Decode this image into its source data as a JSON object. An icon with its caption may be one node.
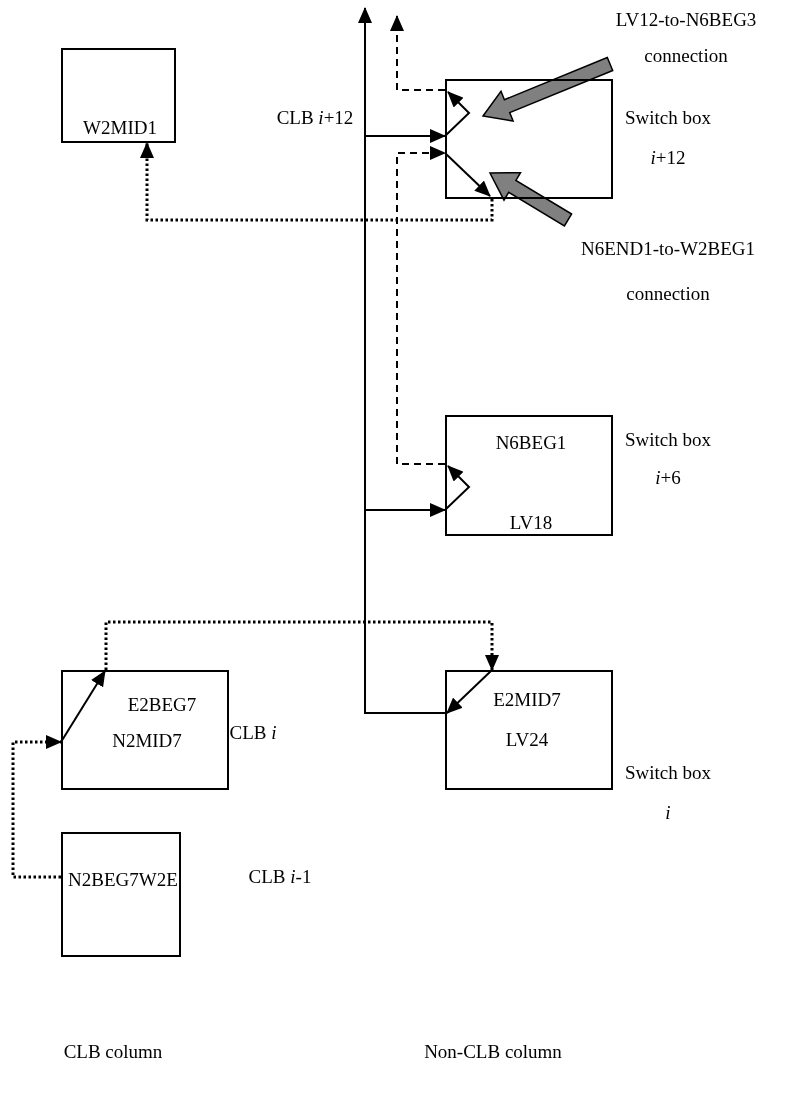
{
  "diagram": {
    "nodes": [
      {
        "text": [
          "W2MID1"
        ]
      },
      {
        "text": [],
        "shape": "box",
        "beside": [
          "Switch box *i*+12"
        ]
      },
      {
        "text": [
          "N6BEG1",
          "LV18"
        ],
        "beside": [
          "Switch box *i*+6"
        ]
      },
      {
        "text": [
          "E2MID7",
          "LV24"
        ],
        "beside": [
          "Switch box *i*"
        ]
      },
      {
        "text": [
          "E2BEG7",
          "N2MID7"
        ],
        "beside": [
          "CLB *i*"
        ]
      },
      {
        "text": [
          "N2BEG7W2E"
        ],
        "beside": [
          "CLB *i*-1"
        ]
      },
      {
        "text": [
          "LV12-to-N6BEG3 connection"
        ]
      },
      {
        "text": [
          "N6END1-to-W2BEG1 connection"
        ]
      }
    ],
    "edges": [
      {
        "from": 3,
        "to": null,
        "arrow": "to"
      },
      {
        "from": 3,
        "to": 2,
        "arrow": "to"
      },
      {
        "from": 3,
        "to": 1,
        "arrow": "to"
      },
      {
        "from": 1,
        "to": null,
        "arrow": "to",
        "style": "dashed"
      },
      {
        "from": 2,
        "to": 1,
        "arrow": "to",
        "style": "dashed"
      },
      {
        "from": 1,
        "to": 0,
        "arrow": "to",
        "style": "dashed"
      },
      {
        "from": 4,
        "to": 3,
        "arrow": "to",
        "style": "dashed"
      },
      {
        "from": 5,
        "to": 4,
        "arrow": "to",
        "style": "dashed"
      },
      {
        "from": 6,
        "to": null,
        "arrow": "to",
        "style": "thick",
        "color": "#808080"
      },
      {
        "from": 7,
        "to": null,
        "arrow": "to",
        "style": "thick",
        "color": "#808080"
      }
    ],
    "labels": [
      "CLB *i*+12",
      "CLB column",
      "Non-CLB column"
    ]
  }
}
